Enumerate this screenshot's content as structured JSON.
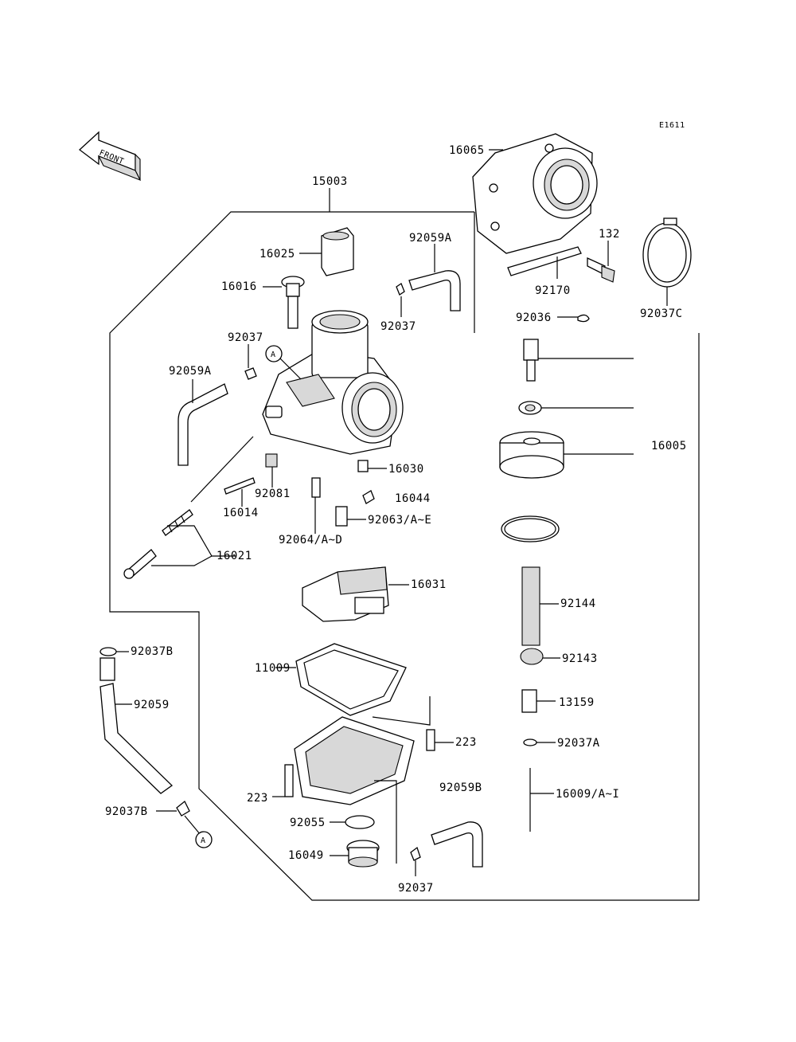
{
  "diagram_code": "E1611",
  "front_label": "FRONT",
  "ref_marker": "A",
  "parts": [
    {
      "id": "15003",
      "label": "15003"
    },
    {
      "id": "16065",
      "label": "16065"
    },
    {
      "id": "16025",
      "label": "16025"
    },
    {
      "id": "92059A_top",
      "label": "92059A"
    },
    {
      "id": "132",
      "label": "132"
    },
    {
      "id": "16016",
      "label": "16016"
    },
    {
      "id": "92170",
      "label": "92170"
    },
    {
      "id": "92037C",
      "label": "92037C"
    },
    {
      "id": "92037_top",
      "label": "92037"
    },
    {
      "id": "92036",
      "label": "92036"
    },
    {
      "id": "92037_left",
      "label": "92037"
    },
    {
      "id": "92059A_left",
      "label": "92059A"
    },
    {
      "id": "16005",
      "label": "16005"
    },
    {
      "id": "16030",
      "label": "16030"
    },
    {
      "id": "92081",
      "label": "92081"
    },
    {
      "id": "16044",
      "label": "16044"
    },
    {
      "id": "16014",
      "label": "16014"
    },
    {
      "id": "92063",
      "label": "92063/A~E"
    },
    {
      "id": "92064",
      "label": "92064/A~D"
    },
    {
      "id": "16021",
      "label": "16021"
    },
    {
      "id": "16031",
      "label": "16031"
    },
    {
      "id": "92144",
      "label": "92144"
    },
    {
      "id": "92037B_top",
      "label": "92037B"
    },
    {
      "id": "92143",
      "label": "92143"
    },
    {
      "id": "11009",
      "label": "11009"
    },
    {
      "id": "92059",
      "label": "92059"
    },
    {
      "id": "13159",
      "label": "13159"
    },
    {
      "id": "223_right",
      "label": "223"
    },
    {
      "id": "92037A",
      "label": "92037A"
    },
    {
      "id": "92059B",
      "label": "92059B"
    },
    {
      "id": "223_left",
      "label": "223"
    },
    {
      "id": "16009",
      "label": "16009/A~I"
    },
    {
      "id": "92037B_bottom",
      "label": "92037B"
    },
    {
      "id": "92055",
      "label": "92055"
    },
    {
      "id": "16049",
      "label": "16049"
    },
    {
      "id": "92037_bottom",
      "label": "92037"
    }
  ]
}
